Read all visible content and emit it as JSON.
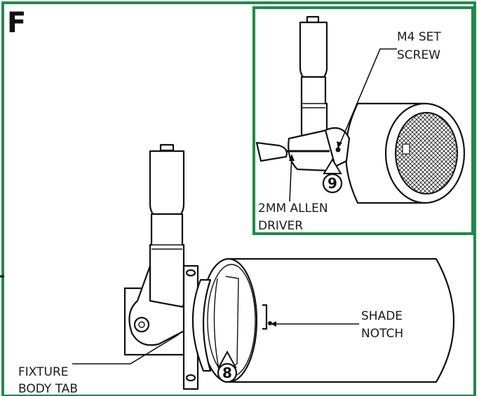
{
  "panel": {
    "letter": "F",
    "frame_color": "#1f8a4c"
  },
  "labels": {
    "m4_set_screw_line1": "M4 SET",
    "m4_set_screw_line2": "SCREW",
    "allen_driver_line1": "2MM ALLEN",
    "allen_driver_line2": "DRIVER",
    "shade_notch_line1": "SHADE",
    "shade_notch_line2": "NOTCH",
    "fixture_body_tab_line1": "FIXTURE",
    "fixture_body_tab_line2": "BODY TAB"
  },
  "steps": {
    "step_8": "8",
    "step_9": "9"
  }
}
